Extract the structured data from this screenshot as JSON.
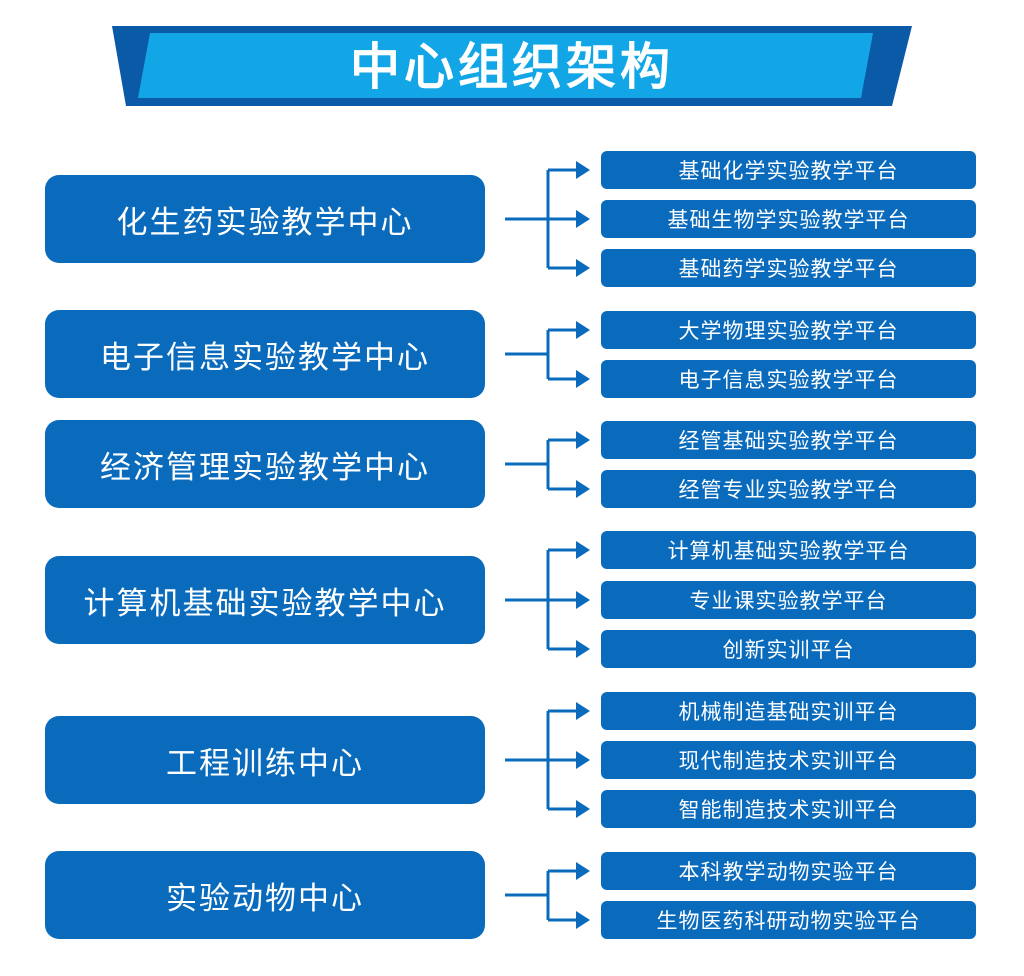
{
  "title": "中心组织架构",
  "colors": {
    "box": "#0a6bbd",
    "banner_light": "#13a6e6",
    "banner_dark": "#0b5aa8",
    "connector": "#0a6bbd"
  },
  "centers": [
    {
      "label": "化生药实验教学中心",
      "platforms": [
        "基础化学实验教学平台",
        "基础生物学实验教学平台",
        "基础药学实验教学平台"
      ]
    },
    {
      "label": "电子信息实验教学中心",
      "platforms": [
        "大学物理实验教学平台",
        "电子信息实验教学平台"
      ]
    },
    {
      "label": "经济管理实验教学中心",
      "platforms": [
        "经管基础实验教学平台",
        "经管专业实验教学平台"
      ]
    },
    {
      "label": "计算机基础实验教学中心",
      "platforms": [
        "计算机基础实验教学平台",
        "专业课实验教学平台",
        "创新实训平台"
      ]
    },
    {
      "label": "工程训练中心",
      "platforms": [
        "机械制造基础实训平台",
        "现代制造技术实训平台",
        "智能制造技术实训平台"
      ]
    },
    {
      "label": "实验动物中心",
      "platforms": [
        "本科教学动物实验平台",
        "生物医药科研动物实验平台"
      ]
    }
  ]
}
